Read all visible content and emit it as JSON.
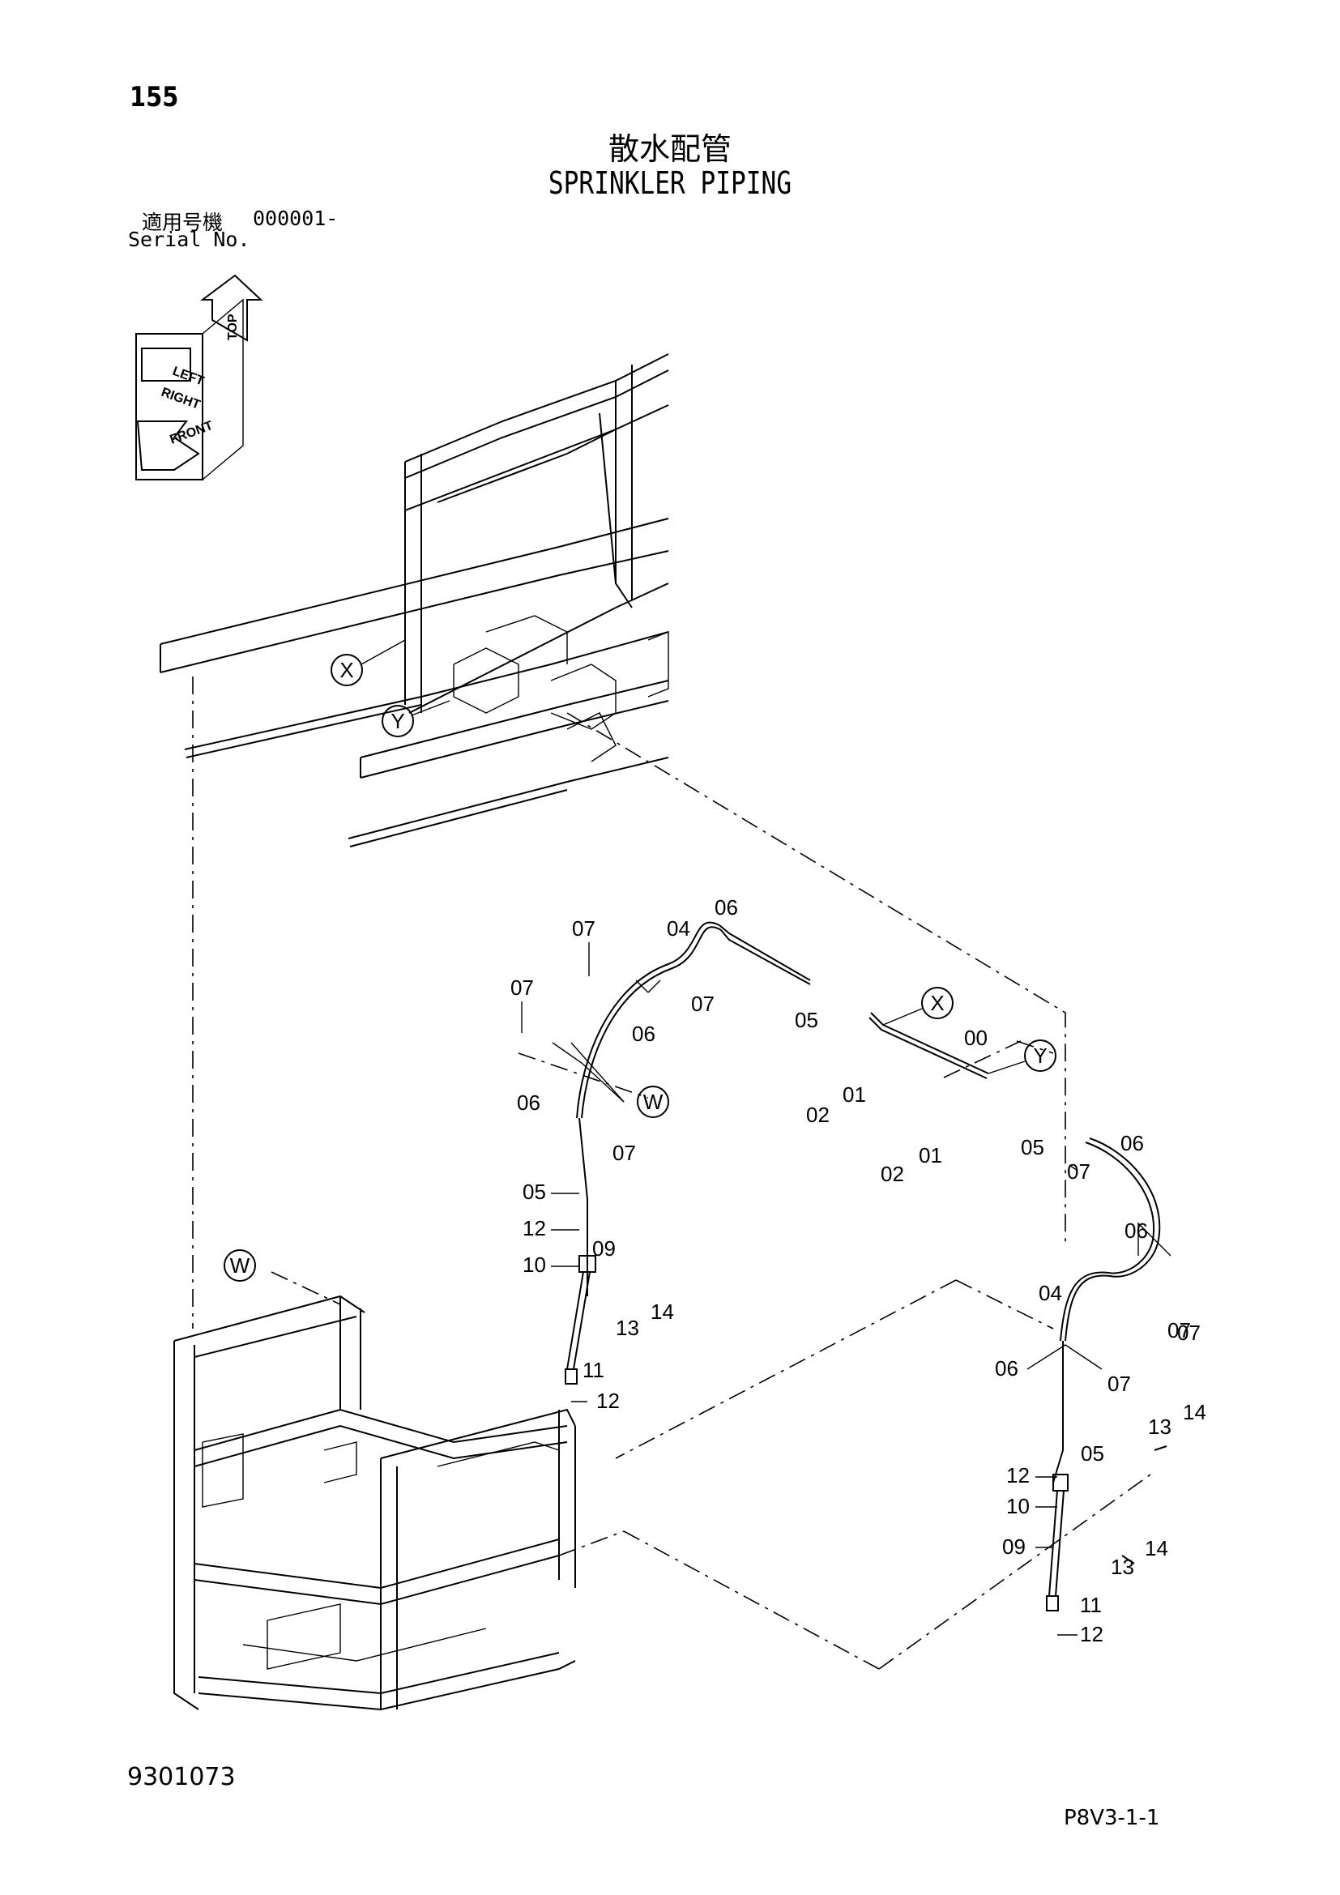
{
  "page_number": "155",
  "title_jp": "散水配管",
  "title_en": "SPRINKLER PIPING",
  "serial": {
    "label_jp": "適用号機",
    "value": "000001-",
    "label_en": "Serial No."
  },
  "compass": {
    "top": "TOP",
    "left": "LEFT",
    "right": "RIGHT",
    "front": "FRONT"
  },
  "callouts": {
    "x": "X",
    "y": "Y",
    "w": "W"
  },
  "part_labels": [
    "07",
    "04",
    "06",
    "07",
    "07",
    "06",
    "05",
    "00",
    "01",
    "02",
    "06",
    "07",
    "01",
    "02",
    "05",
    "05",
    "12",
    "10",
    "09",
    "14",
    "13",
    "11",
    "12",
    "06",
    "07",
    "06",
    "07",
    "04",
    "07",
    "06",
    "07",
    "13",
    "14",
    "05",
    "12",
    "10",
    "09",
    "13",
    "14",
    "11",
    "12"
  ],
  "doc_number": "9301073",
  "page_code": "P8V3-1-1"
}
